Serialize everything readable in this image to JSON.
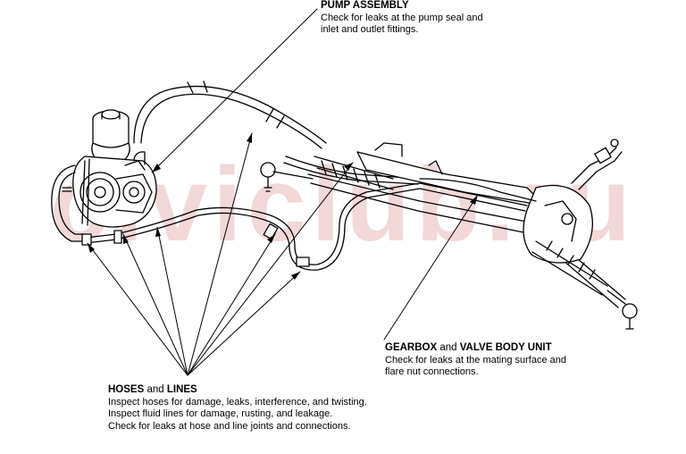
{
  "watermark": "civiclub.ru",
  "callouts": {
    "pump": {
      "title": "PUMP ASSEMBLY",
      "lines": [
        "Check for leaks at the pump seal and",
        "inlet and outlet fittings."
      ]
    },
    "gearbox": {
      "title_a": "GEARBOX",
      "title_and": " and ",
      "title_b": "VALVE BODY UNIT",
      "lines": [
        "Check for leaks at the mating surface and",
        "flare nut connections."
      ]
    },
    "hoses": {
      "title_a": "HOSES",
      "title_and": " and ",
      "title_b": "LINES",
      "lines": [
        "Inspect hoses for damage, leaks, interference, and twisting.",
        "Inspect fluid lines for damage, rusting, and leakage.",
        "Check for leaks at hose and line joints and connections."
      ]
    }
  }
}
